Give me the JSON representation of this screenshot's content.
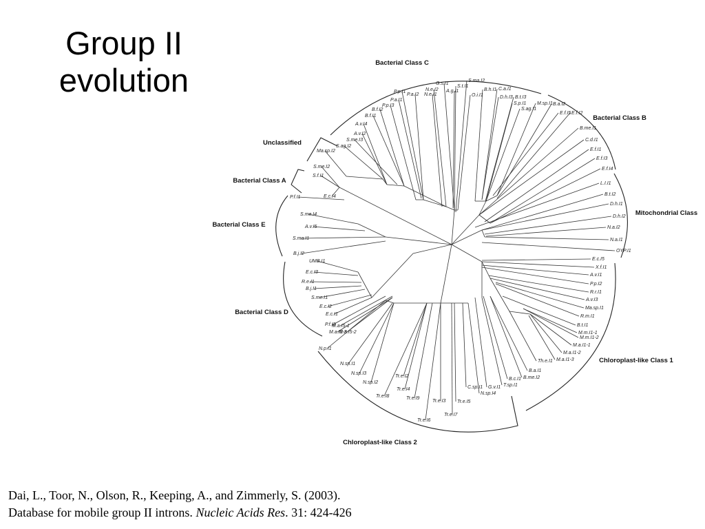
{
  "title": {
    "line1": "Group II",
    "line2": "evolution"
  },
  "citation": {
    "line1": "Dai, L., Toor, N., Olson, R., Keeping, A., and Zimmerly, S. (2003).",
    "line2_prefix": "Database for mobile group II introns. ",
    "line2_journal": "Nucleic Acids Res",
    "line2_suffix": ". 31: 424-426"
  },
  "clades": [
    "Bacterial Class C",
    "Bacterial Class B",
    "Unclassified",
    "Bacterial Class A",
    "Mitochondrial Class",
    "Bacterial Class E",
    "Bacterial Class D",
    "Chloroplast-like Class 1",
    "Chloroplast-like Class 2"
  ],
  "leaves": [
    "S.ma.I2",
    "S.t.I1",
    "G.s.I1",
    "N.e.I2",
    "C.a.I1",
    "B.h.I1",
    "P.p.I1",
    "P.a.I2",
    "N.e.I1",
    "A.g.I1",
    "O.i.I1",
    "D.h.I3",
    "B.t.I3",
    "P.a.I1",
    "S.p.I1",
    "P.p.I3",
    "S.ag.I1",
    "M.sp.I1",
    "B.a.I2",
    "B.f.I2",
    "B.f.I1",
    "E.f.I5",
    "E.f.I2",
    "A.v.I4",
    "A.v.I2",
    "S.me.I3",
    "S.ag.I2",
    "Ma.sp.I2",
    "B.me.I1",
    "C.d.I1",
    "E.f.I1",
    "E.f.I3",
    "E.f.I4",
    "S.me.I2",
    "S.f.I1",
    "E.c.I4",
    "L.I.I1",
    "B.t.I2",
    "D.h.I1",
    "D.h.I2",
    "N.a.I2",
    "N.a.I1",
    "OYP.I1",
    "P.f.I1",
    "S.me.I4",
    "A.v.I5",
    "S.ma.I1",
    "B.j.I2",
    "UMB.I1",
    "E.c.I3",
    "R.e.I1",
    "B.j.I1",
    "S.me.I1",
    "E.c.I2",
    "E.c.I1",
    "P.f.I2",
    "M.a.I5-1",
    "M.a.I5-3",
    "M.a.I5-2",
    "E.c.I5",
    "X.f.I1",
    "A.v.I1",
    "P.p.I2",
    "R.r.I1",
    "A.v.I3",
    "Ma.sp.I1",
    "R.m.I1",
    "B.t.I1",
    "M.m.I1-1",
    "M.m.I1-2",
    "M.a.I1-1",
    "M.a.I1-2",
    "M.a.I1-3",
    "Th.e.I1",
    "B.a.I1",
    "B.me.I2",
    "B.c.I1",
    "T.sp.I1",
    "G.v.I1",
    "N.p.I1",
    "N.sp.I1",
    "N.sp.I3",
    "N.sp.I2",
    "Tr.e.I2",
    "Tr.e.I8",
    "Tr.e.I4",
    "Tr.e.I9",
    "Tr.e.I3",
    "Tr.e.I6",
    "Tr.e.I7",
    "Tr.e.I5",
    "C.sp.I1",
    "N.sp.I4"
  ]
}
